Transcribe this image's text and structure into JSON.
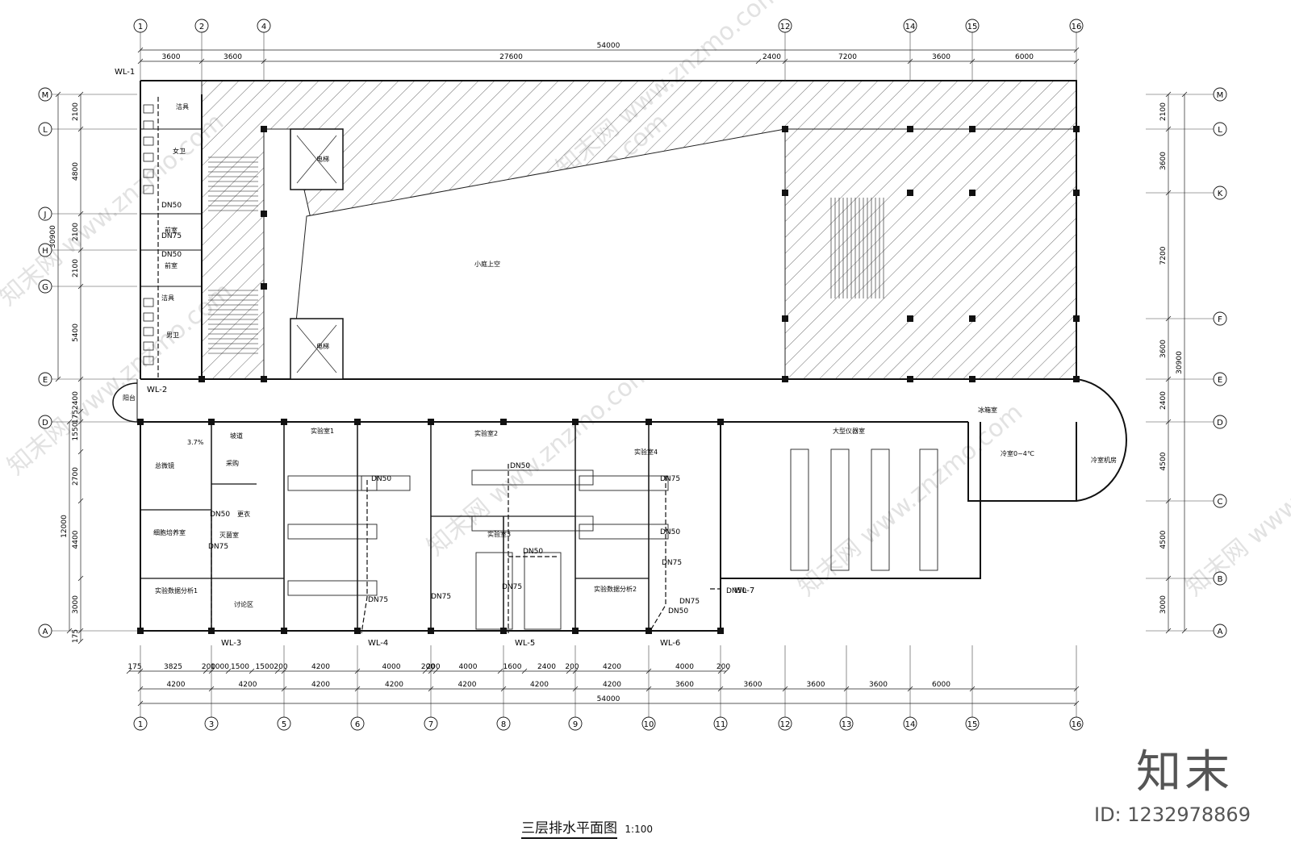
{
  "drawing": {
    "title": "三层排水平面图",
    "scale": "1:100"
  },
  "brand": {
    "logo": "知末",
    "id": "ID: 1232978869"
  },
  "grid_top": [
    "1",
    "2",
    "4",
    "12",
    "14",
    "15",
    "16"
  ],
  "grid_bottom": [
    "1",
    "3",
    "5",
    "6",
    "7",
    "8",
    "9",
    "10",
    "11",
    "12",
    "13",
    "14",
    "15",
    "16"
  ],
  "grid_rows_left": [
    "M",
    "L",
    "J",
    "H",
    "G",
    "E",
    "D",
    "A"
  ],
  "grid_rows_right": [
    "M",
    "L",
    "K",
    "F",
    "E",
    "D",
    "C",
    "B",
    "A"
  ],
  "dims_top_total": "54000",
  "dims_top": [
    "3600",
    "3600",
    "27600",
    "2400",
    "7200",
    "3600",
    "6000"
  ],
  "dims_bottom_row1": [
    "175",
    "3825",
    "200",
    "1000",
    "1500",
    "1500",
    "200",
    "4200",
    "4000",
    "200",
    "200",
    "4000",
    "1600",
    "2400",
    "200",
    "4200",
    "4000",
    "200"
  ],
  "dims_bottom_row2": [
    "4200",
    "4200",
    "4200",
    "4200",
    "4200",
    "4200",
    "4200",
    "3600",
    "3600",
    "3600",
    "3600",
    "6000"
  ],
  "dims_bottom_total": "54000",
  "dims_left": [
    "2100",
    "4800",
    "2100",
    "2100",
    "5400",
    "2400",
    "175",
    "1550",
    "2700",
    "4400",
    "3000",
    "175"
  ],
  "dims_left_total_a": "30900",
  "dims_left_total_b": "12000",
  "dims_right": [
    "2100",
    "3600",
    "7200",
    "3600",
    "2400",
    "4500",
    "4500",
    "3000"
  ],
  "dims_right_total": "30900",
  "pipe_labels": [
    "WL-1",
    "WL-2",
    "WL-3",
    "WL-4",
    "WL-5",
    "WL-6",
    "WL-7"
  ],
  "pipe_sizes": [
    "DN50",
    "DN75",
    "DN50",
    "DN50",
    "DN75",
    "DN50",
    "DN75",
    "DN50",
    "DN75",
    "DN50",
    "DN75",
    "DN50",
    "DN75",
    "DN50",
    "DN75",
    "DN75",
    "DN50"
  ],
  "rooms": [
    "洁具",
    "女卫",
    "前室",
    "前室",
    "洁具",
    "男卫",
    "电梯",
    "小庭上空",
    "电梯",
    "阳台",
    "总微镜",
    "采购",
    "细胞培养室",
    "灭菌室",
    "更衣",
    "实验数据分析1",
    "讨论区",
    "实验室1",
    "实验室2",
    "实验室3",
    "实验室4",
    "实验数据分析2",
    "大型仪器室",
    "冰箱室",
    "冷室0~4℃",
    "冷室机房",
    "坡道",
    "3.7%"
  ],
  "watermark": "知末网 www.znzmo.com"
}
